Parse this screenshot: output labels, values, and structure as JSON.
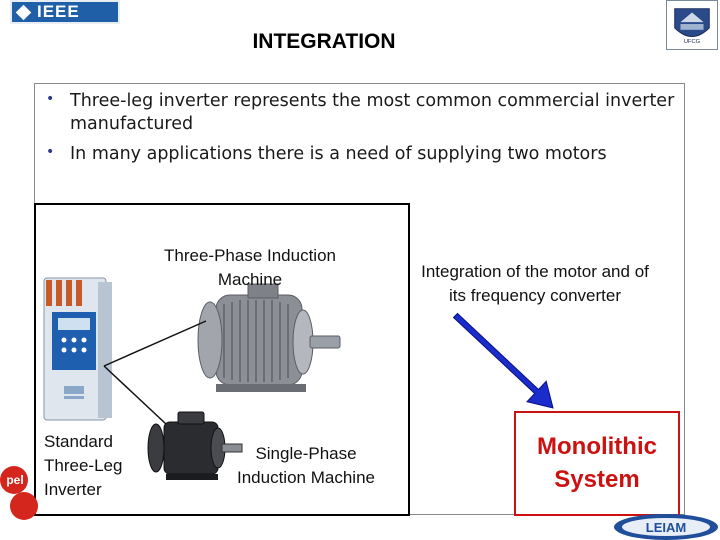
{
  "header": {
    "ieee_logo_text": "IEEE",
    "ufcg_logo_text": "UFCG",
    "title": "INTEGRATION"
  },
  "bullets": [
    "Three-leg inverter represents the most common commercial inverter manufactured",
    "In many applications there is a need of supplying two motors"
  ],
  "labels": {
    "three_phase": "Three-Phase Induction Machine",
    "standard_inverter": "Standard Three-Leg Inverter",
    "single_phase": "Single-Phase Induction Machine",
    "integration": "Integration of the motor and of its frequency converter",
    "monolithic": "Monolithic System"
  },
  "footer": {
    "left_logo_text": "pel",
    "right_logo_text": "LEIAM"
  },
  "colors": {
    "title": "#000000",
    "monolithic": "#cc1111",
    "arrow": "#1a2ccc",
    "ieee_blue": "#1e5fa8"
  }
}
